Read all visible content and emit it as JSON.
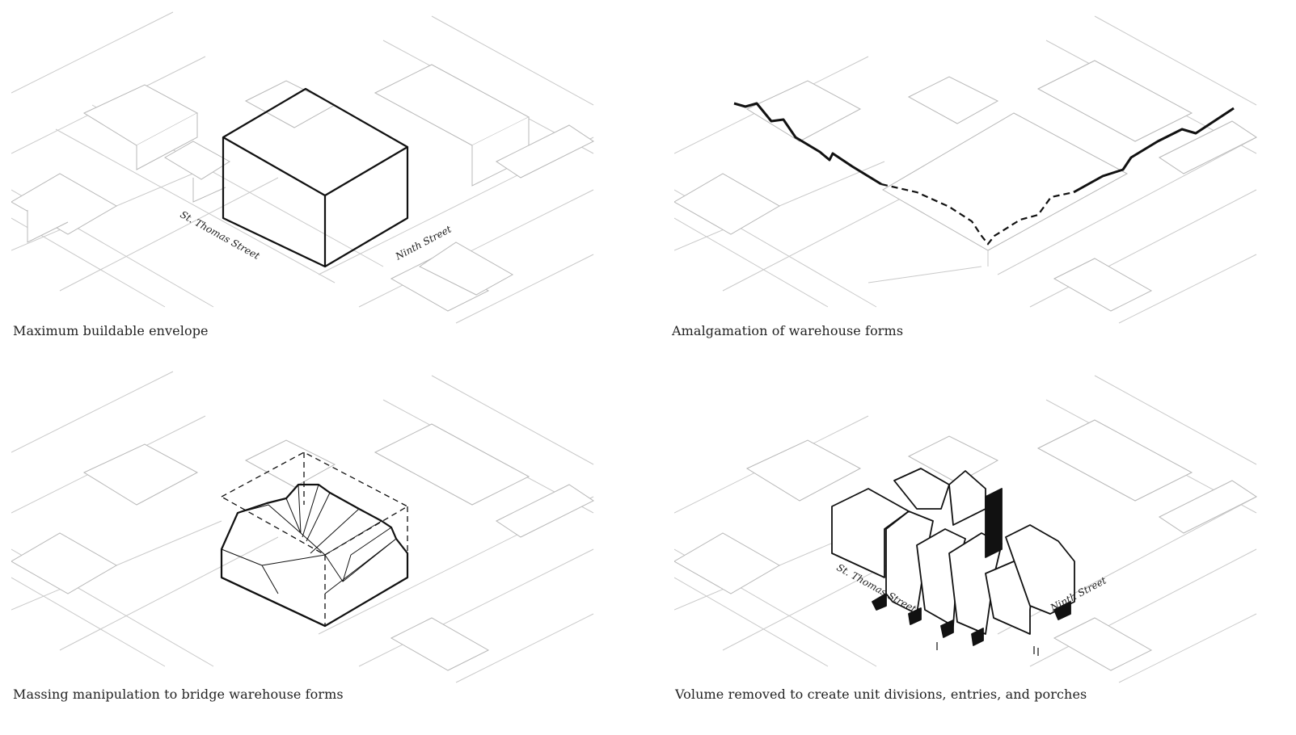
{
  "panels": [
    {
      "caption": "Maximum buildable envelope",
      "streets": [
        "St. Thomas Street",
        "Ninth Street"
      ]
    },
    {
      "caption": "Amalgamation of warehouse forms",
      "streets": []
    },
    {
      "caption": "Massing manipulation to bridge warehouse forms",
      "streets": []
    },
    {
      "caption": "Volume removed to create unit divisions, entries, and porches",
      "streets": [
        "St. Thomas Street",
        "Ninth Street"
      ]
    }
  ],
  "colors": {
    "ink": "#111111",
    "context": "#c0c0c0",
    "background": "#ffffff"
  }
}
